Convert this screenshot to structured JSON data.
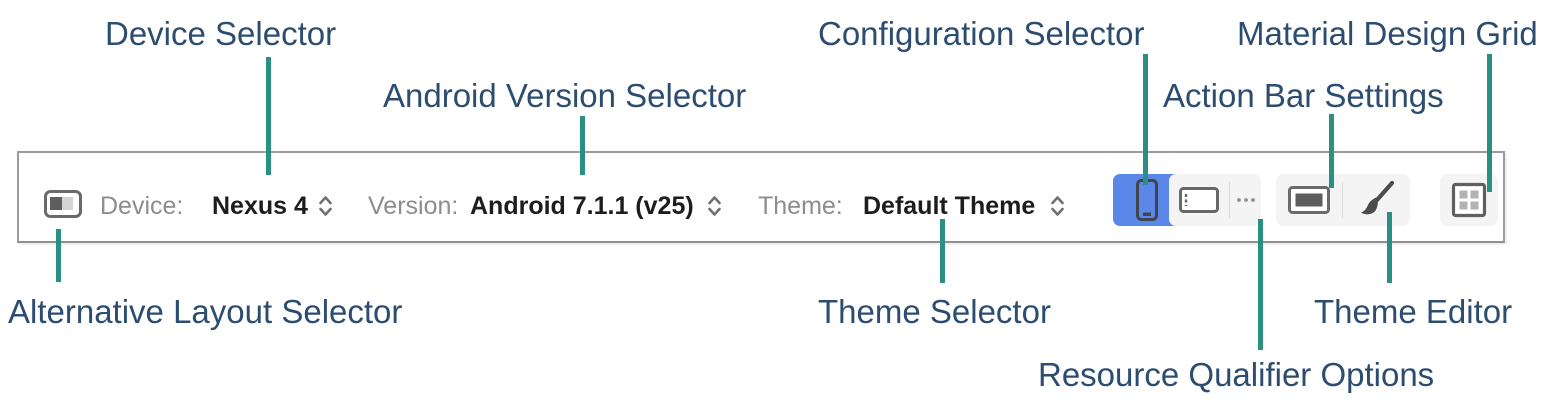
{
  "annotations": {
    "device_selector": "Device Selector",
    "android_version_selector": "Android Version Selector",
    "configuration_selector": "Configuration Selector",
    "material_design_grid": "Material Design Grid",
    "action_bar_settings": "Action Bar Settings",
    "alternative_layout_selector": "Alternative Layout Selector",
    "theme_selector": "Theme Selector",
    "theme_editor": "Theme Editor",
    "resource_qualifier_options": "Resource Qualifier Options"
  },
  "toolbar": {
    "device_label": "Device:",
    "device_value": "Nexus 4",
    "version_label": "Version:",
    "version_value": "Android 7.1.1 (v25)",
    "theme_label": "Theme:",
    "theme_value": "Default Theme",
    "selected_configuration": "portrait-phone"
  },
  "icons": {
    "alternative_layout": "layout-toggle rounded rect, dark/light halves",
    "combo_arrows": "stacked up/down chevrons",
    "phone_portrait": "portrait phone outline (selected, blue)",
    "phone_landscape": "landscape phone outline",
    "ellipsis": "three dots",
    "action_bar": "outlined rect with filled bar",
    "paintbrush": "diagonal paintbrush",
    "material_grid": "square with 2x2 inner squares"
  },
  "colors": {
    "annotation_text": "#2c4d70",
    "connector_line": "#2a9082",
    "selected_button": "#5a87e8",
    "toolbar_border": "#9c9c9c",
    "toolbar_label": "#8d8d8d",
    "toolbar_value": "#1d1d1d",
    "button_background": "#f4f4f4",
    "icon_stroke": "#6a6a6a"
  }
}
